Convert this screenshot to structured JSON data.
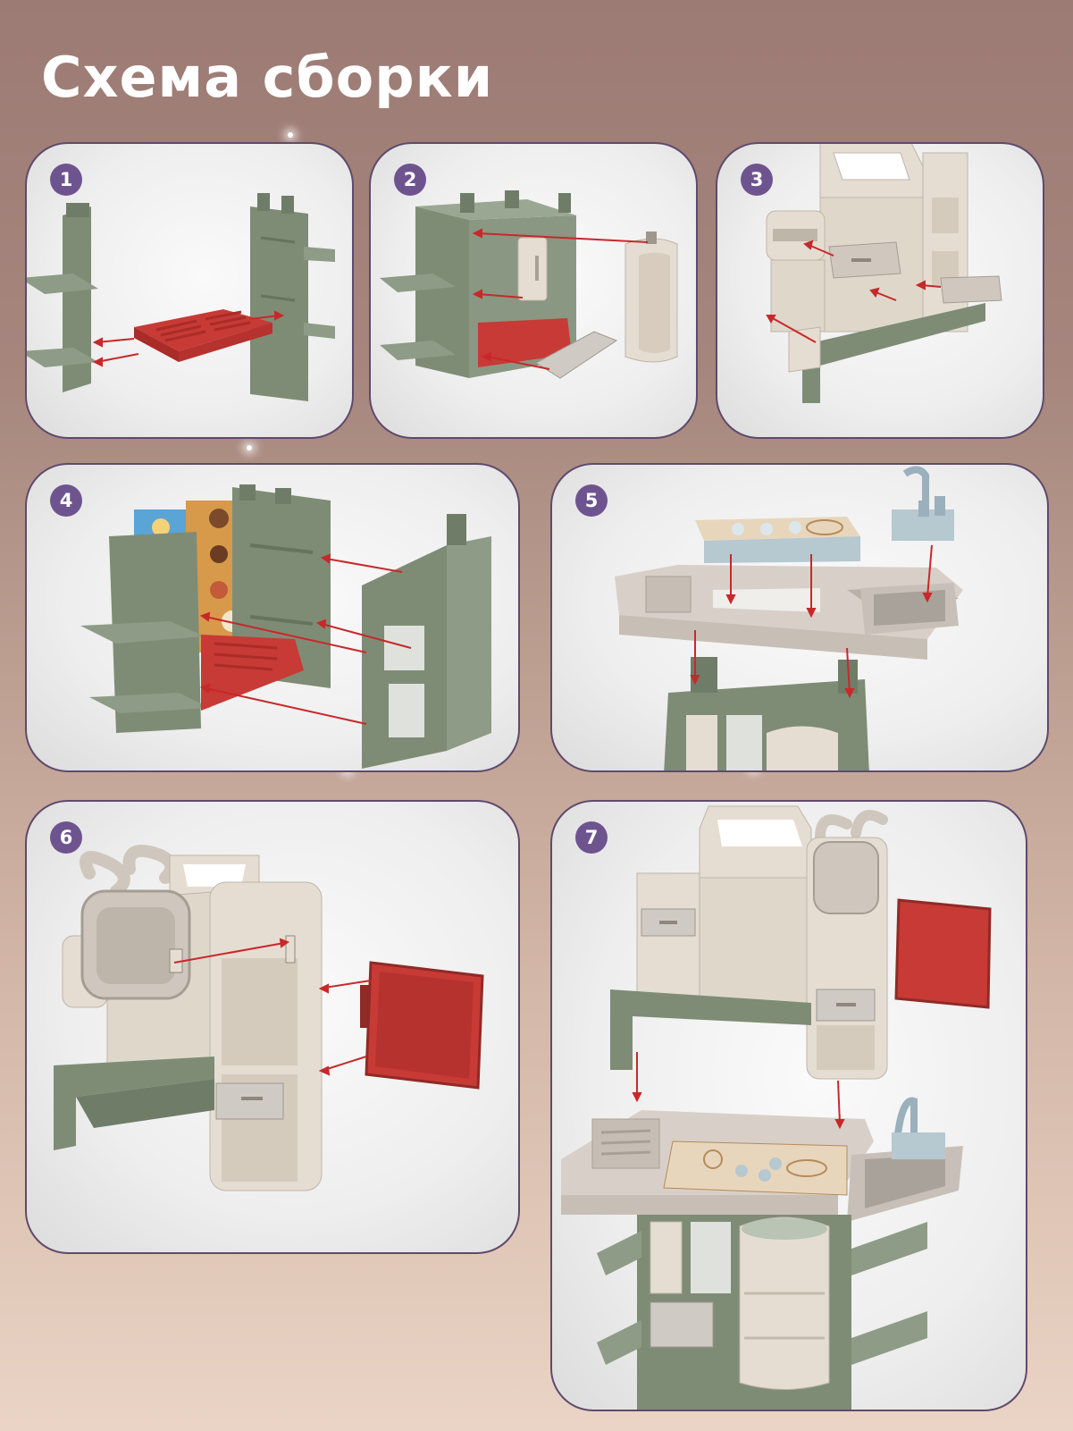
{
  "title": "Схема сборки",
  "steps": [
    {
      "number": "1"
    },
    {
      "number": "2"
    },
    {
      "number": "3"
    },
    {
      "number": "4"
    },
    {
      "number": "5"
    },
    {
      "number": "6"
    },
    {
      "number": "7"
    }
  ],
  "colors": {
    "panel_border": "#5f4a6c",
    "badge": "#6e548f",
    "part_green": "#7e8c76",
    "part_red": "#c83a35",
    "part_cream": "#e6ddd2",
    "arrow": "#c8282a"
  }
}
